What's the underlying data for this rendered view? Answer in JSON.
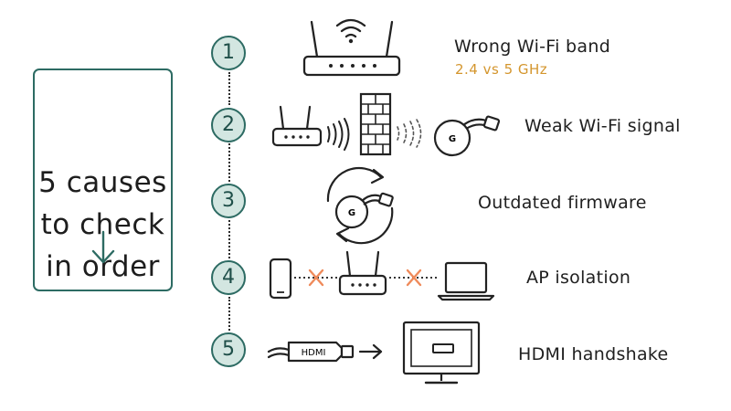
{
  "title_card": {
    "lines": [
      "5 causes",
      "to check",
      "in order"
    ],
    "arrow_icon": "down-arrow-icon"
  },
  "colors": {
    "accent": "#2d6b63",
    "badge_fill": "#d3e6e1",
    "highlight": "#d4962e",
    "cross": "#ef8a5a"
  },
  "steps": [
    {
      "number": "1",
      "label": "Wrong Wi-Fi band",
      "sublabel": "2.4 vs 5 GHz",
      "icons": [
        "wifi-router-icon"
      ]
    },
    {
      "number": "2",
      "label": "Weak Wi-Fi signal",
      "icons": [
        "router-icon",
        "brick-wall-icon",
        "chromecast-icon"
      ]
    },
    {
      "number": "3",
      "label": "Outdated firmware",
      "icons": [
        "chromecast-icon",
        "refresh-arrows-icon"
      ]
    },
    {
      "number": "4",
      "label": "AP isolation",
      "icons": [
        "phone-icon",
        "router-icon",
        "laptop-icon",
        "cross-icon"
      ]
    },
    {
      "number": "5",
      "label": "HDMI handshake",
      "icons": [
        "hdmi-cable-icon",
        "arrow-right-icon",
        "monitor-icon"
      ],
      "cable_label": "HDMI"
    }
  ]
}
